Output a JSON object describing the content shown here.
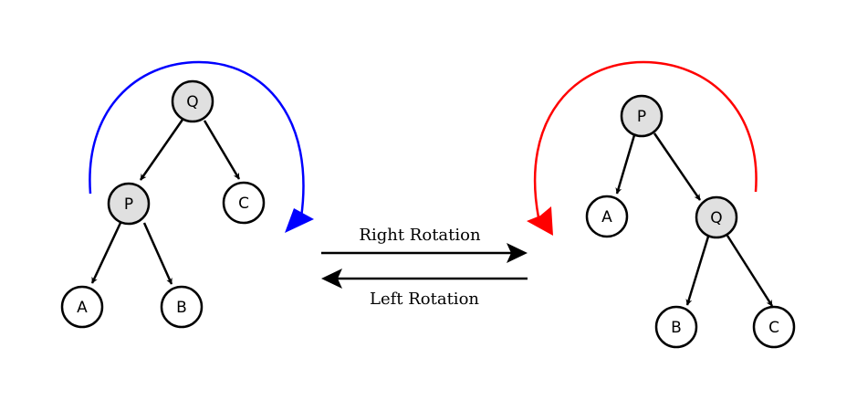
{
  "title": "Tree rotation",
  "colors": {
    "right_rotation_arc": "#0000ff",
    "left_rotation_arc": "#ff0000",
    "internal_node_fill": "#e0e0e0",
    "leaf_node_fill": "#ffffff",
    "stroke": "#000000"
  },
  "operations": {
    "right": "Right Rotation",
    "left": "Left Rotation"
  },
  "left_tree": {
    "nodes": {
      "root": "Q",
      "root_left": "P",
      "root_right": "C",
      "left_left": "A",
      "left_right": "B"
    }
  },
  "right_tree": {
    "nodes": {
      "root": "P",
      "root_left": "A",
      "root_right": "Q",
      "right_left": "B",
      "right_right": "C"
    }
  }
}
